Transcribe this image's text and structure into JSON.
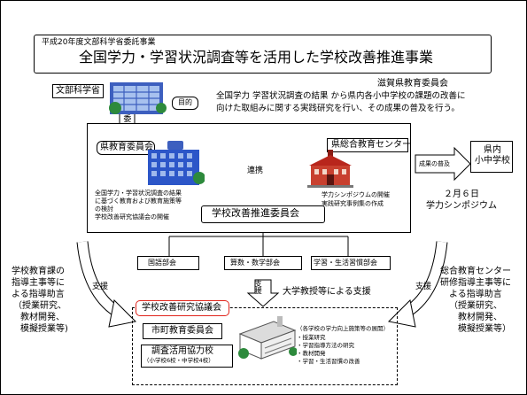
{
  "header": {
    "sponsor": "平成20年度文部科学省委託事業",
    "title": "全国学力・学習状況調査等を活用した学校改善推進事業",
    "organization": "滋賀県教育委員会"
  },
  "mext": {
    "label": "文部科学省",
    "commission": "委託"
  },
  "purpose": {
    "label": "目的",
    "text_line1": "全国学力 学習状況調査の結果 から県内各小中学校の課題の改善に",
    "text_line2": "向けた取組みに関する実践研究を行い、その成果の普及を行う。"
  },
  "prefectural_board": {
    "label": "県教育委員会",
    "desc": [
      "全国学力・学習状況調査の結果",
      "に基づく教育および教育施策等",
      "の検討",
      "学校改善研究協議会の開催"
    ]
  },
  "cooperation": {
    "label": "連携"
  },
  "education_center": {
    "label": "県総合教育センター",
    "desc": [
      "学力シンポジウムの開催",
      "実践研究事例集の作成"
    ]
  },
  "dissemination": {
    "arrow_label": "成果の普及",
    "target": "県内\n小中学校",
    "event_date": "２月６日",
    "event_name": "学力シンポジウム"
  },
  "committee": {
    "label": "学校改善推進委員会"
  },
  "subcommittees": [
    "国語部会",
    "算数・数学部会",
    "学習・生活習慣部会"
  ],
  "support": {
    "left": "支援",
    "center": "支援",
    "right": "支援",
    "university": "大学教授等による支援"
  },
  "left_note": [
    "学校教育課の",
    "指導主事等に",
    "よる指導助言",
    "（授業研究、",
    "教材開発、",
    "模擬授業等)"
  ],
  "right_note": [
    "総合教育センター",
    "研修指導主事等に",
    "よる指導助言",
    "（授業研究、",
    "教材開発、",
    "模擬授業等）"
  ],
  "local": {
    "council": "学校改善研究協議会",
    "city_board": "市町教育委員会",
    "cooperating_school": "調査活用協力校",
    "school_types": "（小学校6校・中学校4校）",
    "practice_title": "（各学校の学力向上施策等の展開）",
    "practice_items": [
      "・授業研究",
      "・学習指導方法の研究",
      "・教材開発",
      "・学習・生活習慣の改善"
    ]
  },
  "colors": {
    "council_border": "#e0241b",
    "building_blue": "#2c56c8",
    "center_red": "#b8261c"
  }
}
